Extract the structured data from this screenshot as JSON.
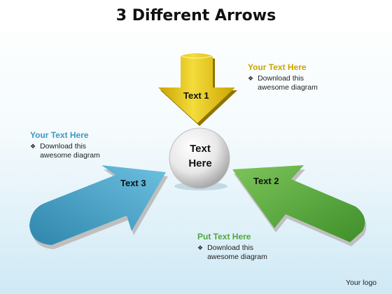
{
  "title": "3 Different Arrows",
  "center": {
    "line1": "Text",
    "line2": "Here"
  },
  "arrows": [
    {
      "label": "Text 1",
      "color": "#e6c200"
    },
    {
      "label": "Text 2",
      "color": "#5aad3b"
    },
    {
      "label": "Text 3",
      "color": "#3f9cc1"
    }
  ],
  "callouts": [
    {
      "heading": "Your Text Here",
      "color": "#c9a400",
      "bullet": "Download this awesome diagram"
    },
    {
      "heading": "Your Text Here",
      "color": "#3a99c3",
      "bullet": "Download this awesome diagram"
    },
    {
      "heading": "Put Text Here",
      "color": "#4fa83a",
      "bullet": "Download this awesome diagram"
    }
  ],
  "footer": {
    "logo": "Your logo"
  }
}
